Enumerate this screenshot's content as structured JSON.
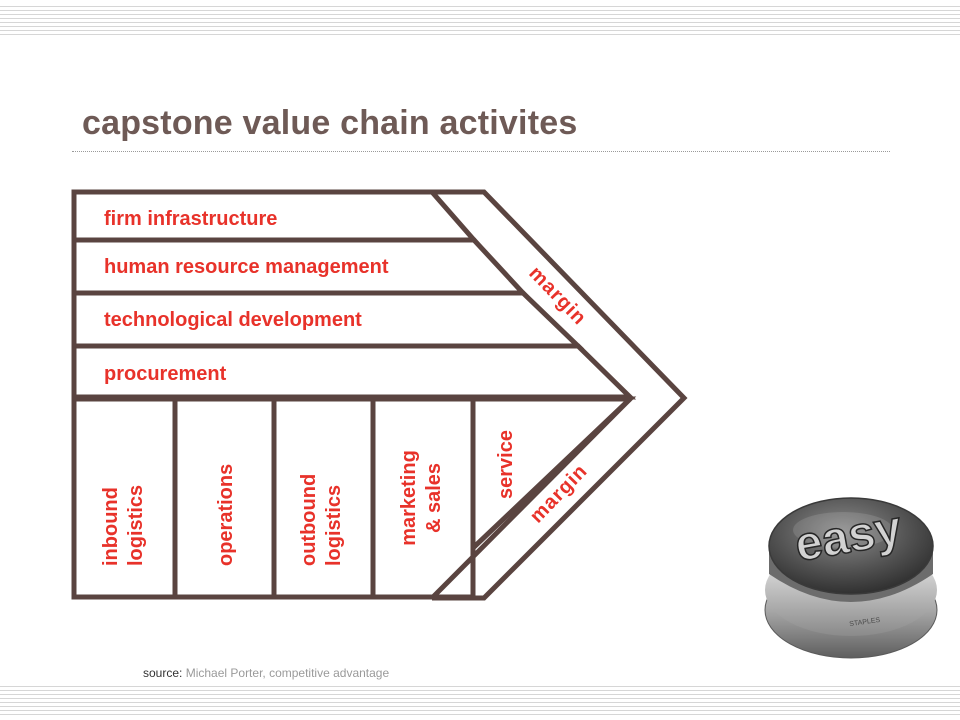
{
  "slide": {
    "title": "capstone value chain activites"
  },
  "diagram": {
    "support_activities": [
      "firm infrastructure",
      "human resource management",
      "technological development",
      "procurement"
    ],
    "primary_activities": [
      [
        "inbound",
        "logistics"
      ],
      [
        "operations"
      ],
      [
        "outbound",
        "logistics"
      ],
      [
        "marketing",
        "& sales"
      ],
      [
        "service"
      ]
    ],
    "margin_label_top": "margin",
    "margin_label_bottom": "margin",
    "colors": {
      "frame": "#5a4440",
      "label": "#e8322a",
      "title": "#6e5a56"
    }
  },
  "button": {
    "icon": "easy-button-icon",
    "label": "easy",
    "brand": "STAPLES"
  },
  "source": {
    "key": "source:",
    "text": "Michael Porter, competitive advantage"
  }
}
